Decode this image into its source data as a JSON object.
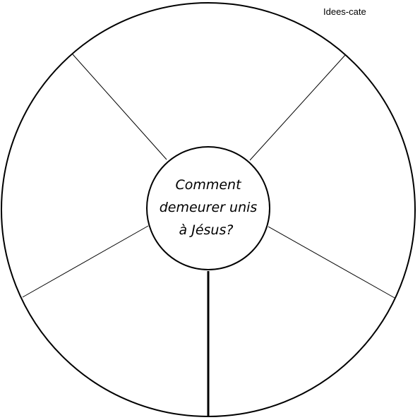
{
  "watermark": "Idees-cate",
  "center": {
    "line1": "Comment",
    "line2": "demeurer unis",
    "line3": "à Jésus?"
  },
  "colors": {
    "stroke": "#000000",
    "background": "#ffffff"
  },
  "segments": 5
}
